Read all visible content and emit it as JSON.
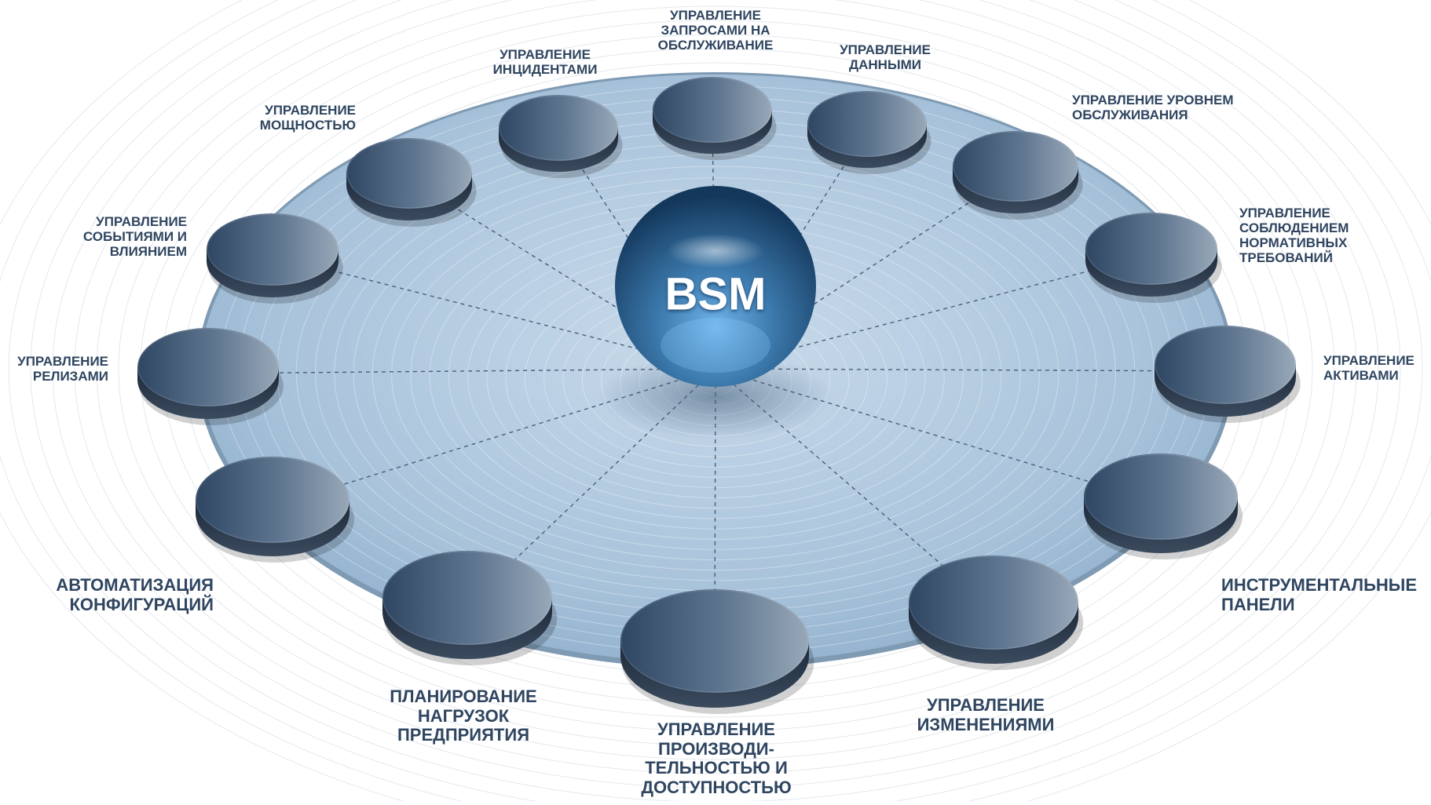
{
  "center": {
    "label": "BSM"
  },
  "nodes": [
    {
      "id": "requests",
      "label": "УПРАВЛЕНИЕ\nЗАПРОСАМИ НА\nОБСЛУЖИВАНИЕ"
    },
    {
      "id": "data",
      "label": "УПРАВЛЕНИЕ\nДАННЫМИ"
    },
    {
      "id": "sla",
      "label": "УПРАВЛЕНИЕ УРОВНЕМ\nОБСЛУЖИВАНИЯ"
    },
    {
      "id": "compliance",
      "label": "УПРАВЛЕНИЕ\nСОБЛЮДЕНИЕМ\nНОРМАТИВНЫХ\nТРЕБОВАНИЙ"
    },
    {
      "id": "assets",
      "label": "УПРАВЛЕНИЕ\nАКТИВАМИ"
    },
    {
      "id": "dashboards",
      "label": "ИНСТРУМЕНТАЛЬНЫЕ\nПАНЕЛИ"
    },
    {
      "id": "changes",
      "label": "УПРАВЛЕНИЕ\nИЗМЕНЕНИЯМИ"
    },
    {
      "id": "performance",
      "label": "УПРАВЛЕНИЕ\nПРОИЗВОДИ-\nТЕЛЬНОСТЬЮ И\nДОСТУПНОСТЬЮ"
    },
    {
      "id": "capacity-planning",
      "label": "ПЛАНИРОВАНИЕ\nНАГРУЗОК\nПРЕДПРИЯТИЯ"
    },
    {
      "id": "config-automation",
      "label": "АВТОМАТИЗАЦИЯ\nКОНФИГУРАЦИЙ"
    },
    {
      "id": "releases",
      "label": "УПРАВЛЕНИЕ\nРЕЛИЗАМИ"
    },
    {
      "id": "events",
      "label": "УПРАВЛЕНИЕ\nСОБЫТИЯМИ И\nВЛИЯНИЕМ"
    },
    {
      "id": "capacity",
      "label": "УПРАВЛЕНИЕ\nМОЩНОСТЬЮ"
    },
    {
      "id": "incidents",
      "label": "УПРАВЛЕНИЕ\nИНЦИДЕНТАМИ"
    }
  ]
}
